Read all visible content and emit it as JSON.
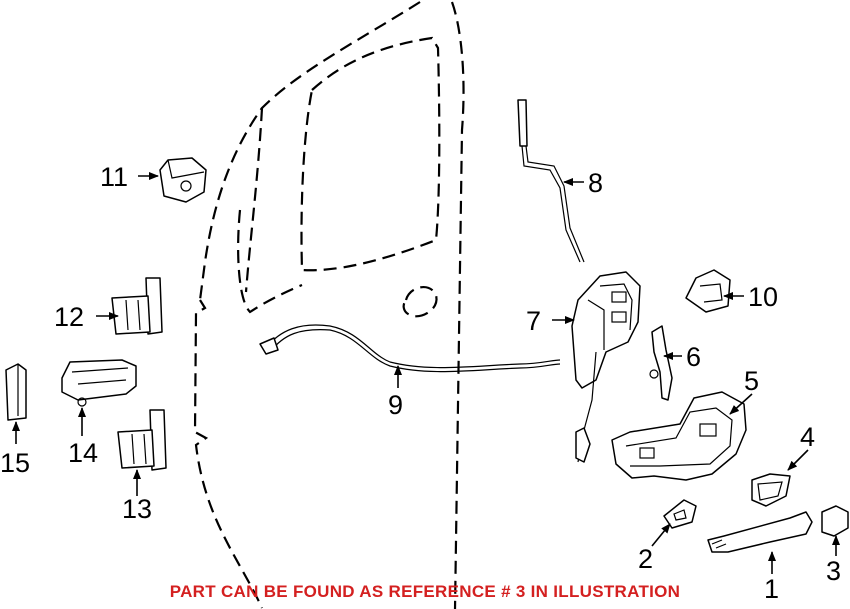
{
  "diagram": {
    "reference_labels": [
      "1",
      "2",
      "3",
      "4",
      "5",
      "6",
      "7",
      "8",
      "9",
      "10",
      "11",
      "12",
      "13",
      "14",
      "15"
    ]
  },
  "notice": {
    "text": "PART CAN BE FOUND AS REFERENCE # 3 IN ILLUSTRATION",
    "color": "#d42020"
  },
  "colors": {
    "line": "#000000",
    "background": "#ffffff"
  }
}
